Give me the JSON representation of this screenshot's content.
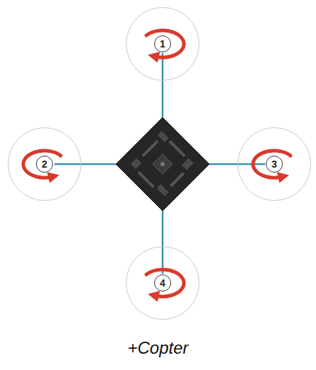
{
  "diagram": {
    "caption": "+Copter",
    "nodes": [
      {
        "text": [
          "1"
        ]
      },
      {
        "text": [
          "2"
        ]
      },
      {
        "text": [
          "3"
        ]
      },
      {
        "text": [
          "4"
        ]
      }
    ]
  }
}
